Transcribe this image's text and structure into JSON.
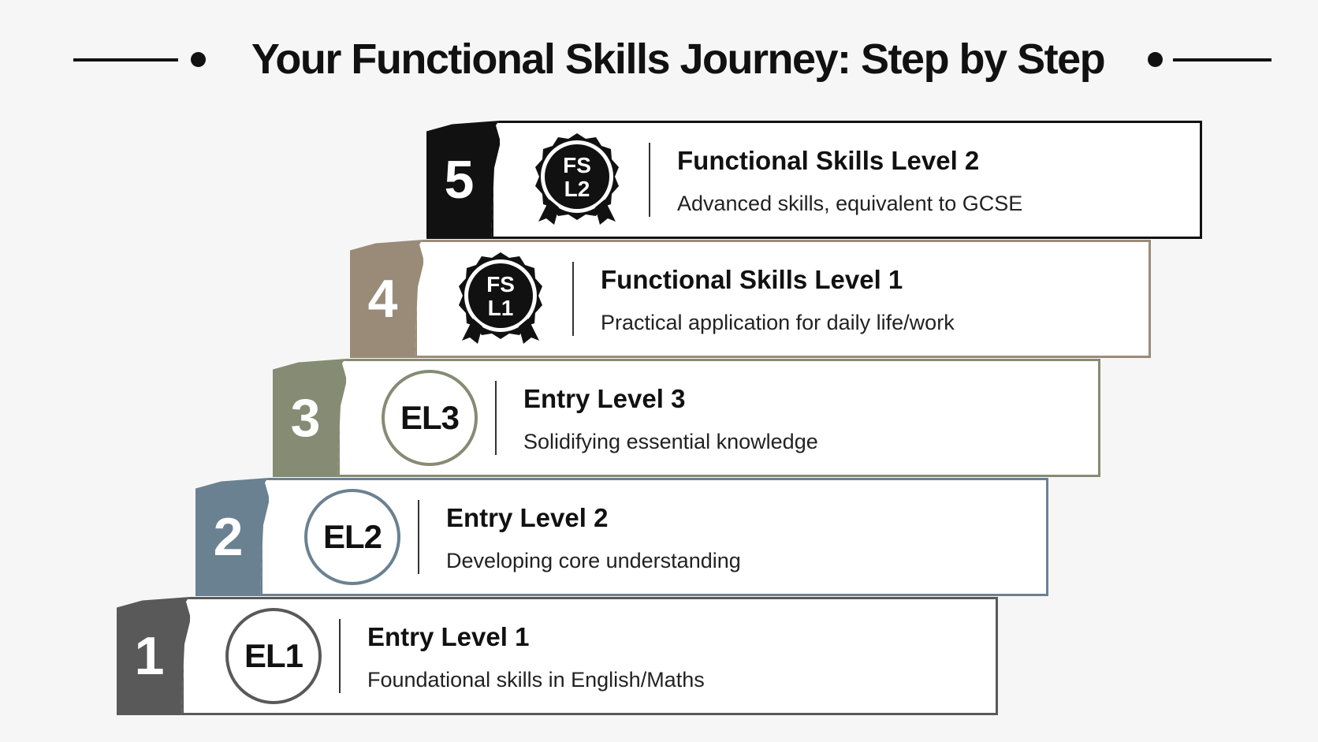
{
  "title": "Your Functional Skills Journey: Step by Step",
  "colors": {
    "background": "#f6f6f6",
    "text": "#111111",
    "step1": "#595959",
    "step2": "#6a8192",
    "step3": "#868b74",
    "step4": "#9a8b79",
    "step5": "#111111"
  },
  "steps": [
    {
      "number": "1",
      "badge_type": "circle",
      "badge_text": "EL1",
      "title": "Entry Level 1",
      "description": "Foundational skills in English/Maths",
      "color": "#595959"
    },
    {
      "number": "2",
      "badge_type": "circle",
      "badge_text": "EL2",
      "title": "Entry Level 2",
      "description": "Developing core understanding",
      "color": "#6a8192"
    },
    {
      "number": "3",
      "badge_type": "circle",
      "badge_text": "EL3",
      "title": "Entry Level 3",
      "description": "Solidifying essential knowledge",
      "color": "#868b74"
    },
    {
      "number": "4",
      "badge_type": "seal",
      "badge_line1": "FS",
      "badge_line2": "L1",
      "title": "Functional Skills Level 1",
      "description": "Practical application for daily life/work",
      "color": "#9a8b79"
    },
    {
      "number": "5",
      "badge_type": "seal",
      "badge_line1": "FS",
      "badge_line2": "L2",
      "title": "Functional Skills Level 2",
      "description": "Advanced skills, equivalent to GCSE",
      "color": "#111111"
    }
  ]
}
